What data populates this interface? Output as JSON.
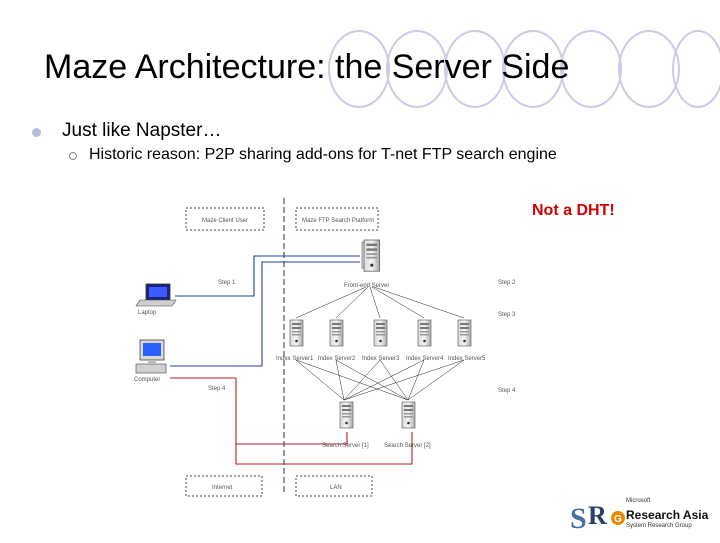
{
  "slide": {
    "title": "Maze Architecture: the Server Side",
    "bullet_1": "Just like Napster…",
    "bullet_2": "Historic reason: P2P sharing add-ons for T-net FTP search engine",
    "callout": "Not a DHT!"
  },
  "diagram": {
    "client_header": "Maze Client User",
    "server_header": "Maze FTP Search Platform",
    "front_server": "Front-end Server",
    "index_servers": [
      "Index Server1",
      "Index Server2",
      "Index Server3",
      "Index Server4",
      "Index Server5"
    ],
    "search_servers": [
      "Search Server [1]",
      "Search Server [2]"
    ],
    "laptop": "Laptop",
    "computer": "Computer",
    "steps": {
      "left_1": "Step 1",
      "left_4": "Step 4",
      "right_2": "Step 2",
      "right_3": "Step 3",
      "right_4": "Step 4"
    },
    "bottom_left": "Internet",
    "bottom_right": "LAN"
  },
  "logo": {
    "line1": "Microsoft",
    "line2": "Research Asia",
    "line3": "System Research Group",
    "accent_color": "#d40000"
  },
  "colors": {
    "title": "#000000",
    "callout": "#d40000",
    "decor_circle": "#c9cce8",
    "blue_line": "#1f3fa8",
    "red_line": "#b22222"
  }
}
